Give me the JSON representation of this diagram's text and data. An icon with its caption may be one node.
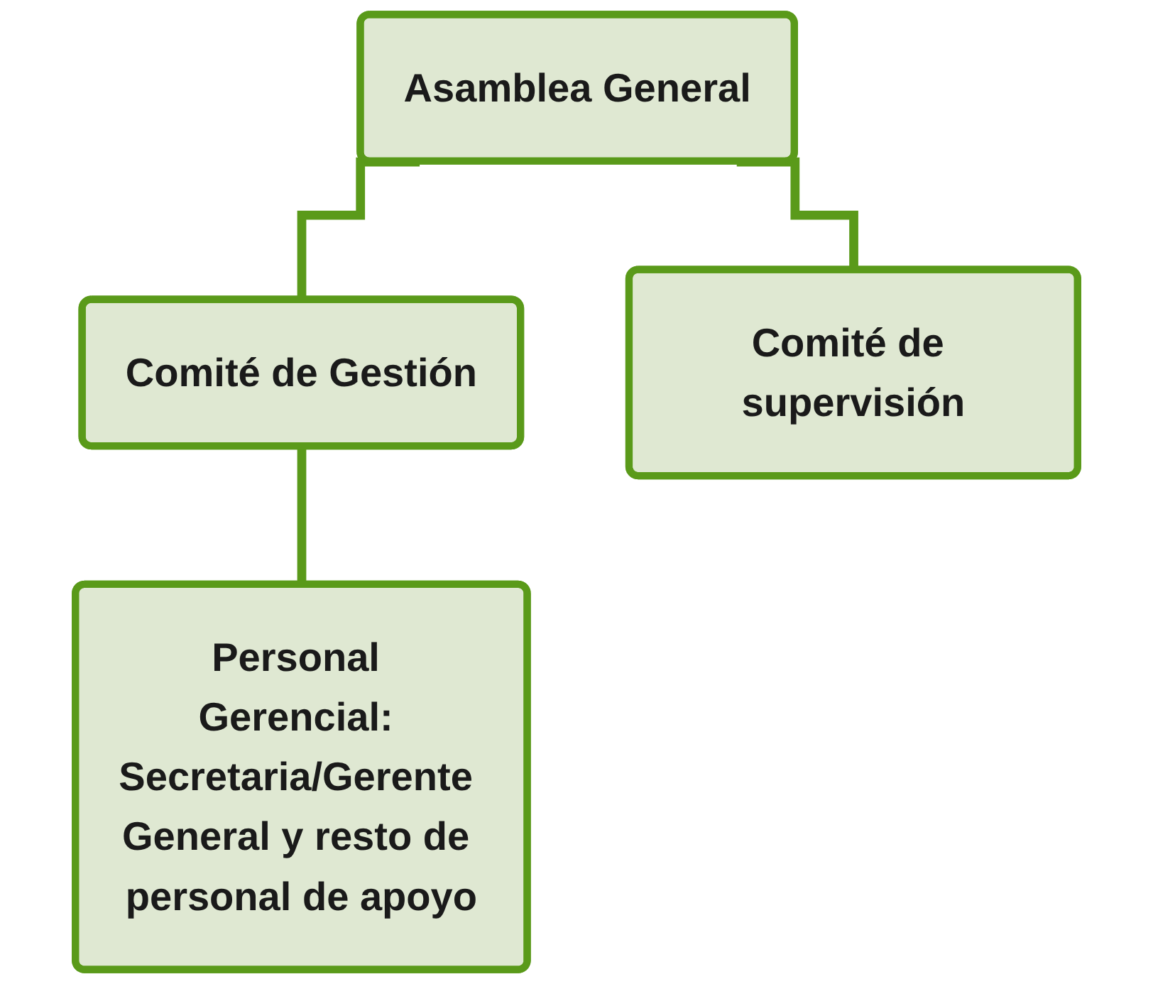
{
  "diagram": {
    "nodes": [
      {
        "text": [
          "Asamblea General"
        ]
      },
      {
        "text": [
          "Comité de Gestión"
        ]
      },
      {
        "text": [
          "Comité de supervisión"
        ]
      },
      {
        "text": [
          "Personal Gerencial: Secretaria/Gerente General y resto de personal de apoyo"
        ]
      }
    ],
    "edges": [
      {
        "from": 0,
        "to": 1,
        "arrow": "none"
      },
      {
        "from": 0,
        "to": 2,
        "arrow": "none"
      },
      {
        "from": 1,
        "to": 3,
        "arrow": "none"
      }
    ]
  }
}
